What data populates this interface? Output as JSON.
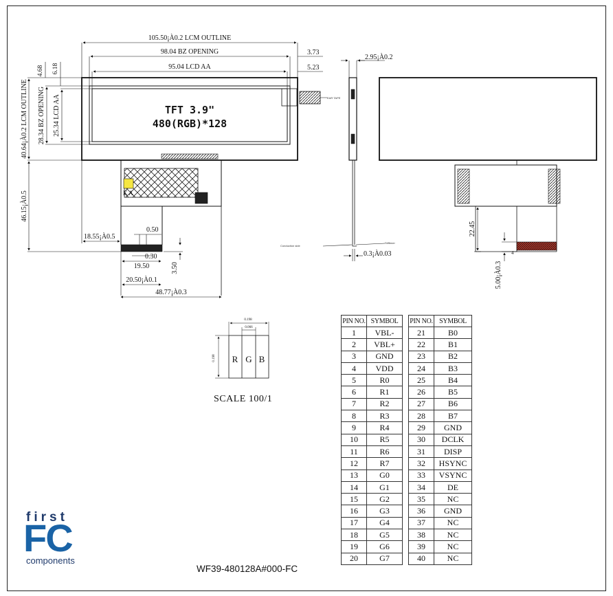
{
  "drawing": {
    "dims": {
      "lcm_outline_w": "105.50¡À0.2 LCM OUTLINE",
      "bz_opening_w": "98.04 BZ OPENING",
      "lcd_aa_w": "95.04 LCD AA",
      "right_373": "3.73",
      "right_523": "5.23",
      "top_468": "4.68",
      "top_618": "6.18",
      "lcm_outline_h": "40.64¡À0.2 LCM OUTLINE",
      "bz_opening_h": "28.34 BZ OPENING",
      "lcd_aa_h": "25.34 LCD AA",
      "fpc_len": "46.15¡À0.5",
      "fpc_offset": "18.55¡À0.5",
      "pitch_050": "0.50",
      "pitch_030": "0.30",
      "pins_1950": "19.50",
      "pins_2050": "20.50¡À0.1",
      "tail_350": "3.50",
      "fpc_w": "48.77¡À0.3",
      "thickness": "2.95¡À0.2",
      "fpc_thk": "0.3¡À0.03",
      "bend_2245": "22.45",
      "tab_500": "5.00¡À0.3",
      "ka_label": "K A",
      "ear_tape": "EAR TAPE",
      "conduction_side": "Conduction side",
      "stiffener": "Stiffener",
      "bend_4": "4"
    },
    "lcd_text_line1": "TFT 3.9\"",
    "lcd_text_line2": "480(RGB)*128",
    "pixel": {
      "w_total": "0.198",
      "w_sub": "0.066",
      "h": "0.198",
      "r": "R",
      "g": "G",
      "b": "B"
    },
    "scale": "SCALE 100/1"
  },
  "pin_table": {
    "col_pin": "PIN NO.",
    "col_symbol": "SYMBOL",
    "left": [
      {
        "no": "1",
        "sym": "VBL-"
      },
      {
        "no": "2",
        "sym": "VBL+"
      },
      {
        "no": "3",
        "sym": "GND"
      },
      {
        "no": "4",
        "sym": "VDD"
      },
      {
        "no": "5",
        "sym": "R0"
      },
      {
        "no": "6",
        "sym": "R1"
      },
      {
        "no": "7",
        "sym": "R2"
      },
      {
        "no": "8",
        "sym": "R3"
      },
      {
        "no": "9",
        "sym": "R4"
      },
      {
        "no": "10",
        "sym": "R5"
      },
      {
        "no": "11",
        "sym": "R6"
      },
      {
        "no": "12",
        "sym": "R7"
      },
      {
        "no": "13",
        "sym": "G0"
      },
      {
        "no": "14",
        "sym": "G1"
      },
      {
        "no": "15",
        "sym": "G2"
      },
      {
        "no": "16",
        "sym": "G3"
      },
      {
        "no": "17",
        "sym": "G4"
      },
      {
        "no": "18",
        "sym": "G5"
      },
      {
        "no": "19",
        "sym": "G6"
      },
      {
        "no": "20",
        "sym": "G7"
      }
    ],
    "right": [
      {
        "no": "21",
        "sym": "B0"
      },
      {
        "no": "22",
        "sym": "B1"
      },
      {
        "no": "23",
        "sym": "B2"
      },
      {
        "no": "24",
        "sym": "B3"
      },
      {
        "no": "25",
        "sym": "B4"
      },
      {
        "no": "26",
        "sym": "B5"
      },
      {
        "no": "27",
        "sym": "B6"
      },
      {
        "no": "28",
        "sym": "B7"
      },
      {
        "no": "29",
        "sym": "GND"
      },
      {
        "no": "30",
        "sym": "DCLK"
      },
      {
        "no": "31",
        "sym": "DISP"
      },
      {
        "no": "32",
        "sym": "HSYNC"
      },
      {
        "no": "33",
        "sym": "VSYNC"
      },
      {
        "no": "34",
        "sym": "DE"
      },
      {
        "no": "35",
        "sym": "NC"
      },
      {
        "no": "36",
        "sym": "GND"
      },
      {
        "no": "37",
        "sym": "NC"
      },
      {
        "no": "38",
        "sym": "NC"
      },
      {
        "no": "39",
        "sym": "NC"
      },
      {
        "no": "40",
        "sym": "NC"
      }
    ]
  },
  "logo": {
    "first": "first",
    "fc": "FC",
    "components": "components"
  },
  "model": "WF39-480128A#000-FC",
  "colors": {
    "logo_blue": "#1a63a6",
    "logo_navy": "#1f3a6b",
    "ink": "#111111"
  }
}
